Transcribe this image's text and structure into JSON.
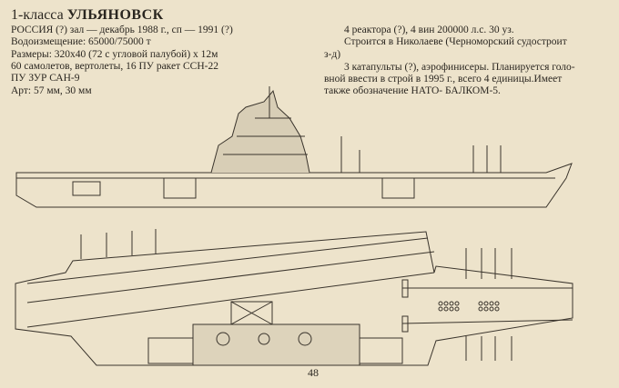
{
  "heading": {
    "prefix": "1-класса",
    "name": "УЛЬЯНОВСК"
  },
  "left_lines": [
    "РОССИЯ (?) зал — декабрь 1988 г., сп — 1991 (?)",
    "Водоизмещение: 65000/75000 т",
    "Размеры: 320х40 (72 с угловой палубой) х 12м",
    "60 самолетов, вертолеты, 16 ПУ ракет ССН-22",
    "ПУ ЗУР САН-9",
    "Арт: 57 мм, 30 мм"
  ],
  "right_lines": [
    "4 реактора (?), 4 вин 200000 л.с. 30 уз.",
    "Строится в Николаеве (Черноморский судостроит",
    "з-д)",
    "3 катапульты (?), аэрофинисеры. Планируется голо-",
    "вной ввести в строй в 1995 г., всего 4 единицы.Имеет",
    "также обозначение НАТО- БАЛКОМ-5."
  ],
  "page_number": "48"
}
